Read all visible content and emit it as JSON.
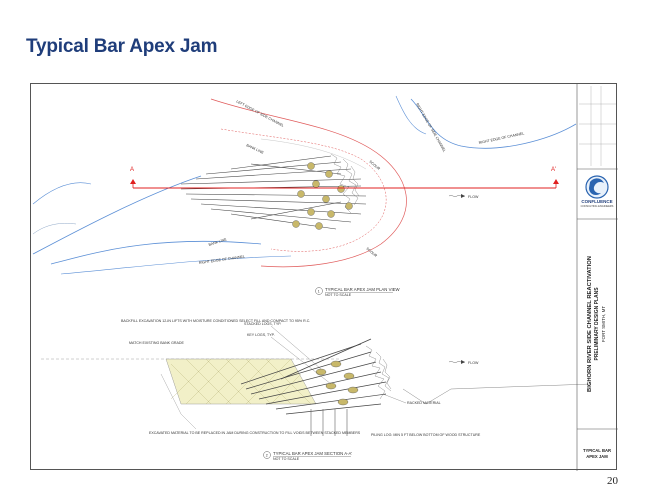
{
  "slide": {
    "title": "Typical Bar Apex Jam",
    "page_number": "20"
  },
  "plan_view": {
    "section_marker_left": "A",
    "section_marker_right": "A'",
    "labels": {
      "left_edge_side_channel": "LEFT EDGE OF SIDE CHANNEL",
      "right_edge_side_channel": "RIGHT EDGE OF SIDE CHANNEL",
      "right_edge_channel": "RIGHT EDGE OF CHANNEL",
      "bank_line_top": "BANK LINE",
      "bank_line_bottom": "BANK LINE",
      "right_edge_channel_lower": "RIGHT EDGE OF CHANNEL",
      "scour_top": "SCOUR",
      "scour_bottom": "SCOUR",
      "flow": "FLOW"
    },
    "caption_number": "1",
    "caption_title": "TYPICAL BAR APEX JAM PLAN VIEW",
    "caption_scale": "NOT TO SCALE"
  },
  "section_view": {
    "notes": {
      "backfill": "BACKFILL EXCAVATION 12-IN LIFTS WITH MOISTURE CONDITIONED SELECT FILL AND COMPACT TO 95% R.C.",
      "match_grade": "MATCH EXISTING BANK GRADE",
      "stacked_logs": "STACKED LOGS, TYP.",
      "key_logs": "KEY LOGS, TYP.",
      "flow": "FLOW",
      "racked_material": "RACKED MATERIAL",
      "excavated": "EXCAVATED MATERIAL TO BE REPLACED IN JAM DURING CONSTRUCTION TO FILL VOIDS BETWEEN STACKED MEMBERS",
      "piling": "PILING LOG: MIN 5 FT BELOW BOTTOM OF WOOD STRUCTURE"
    },
    "caption_number": "2",
    "caption_title": "TYPICAL BAR APEX JAM SECTION A-A'",
    "caption_scale": "NOT TO SCALE"
  },
  "title_block": {
    "company": "CONFLUENCE",
    "company_sub": "CONSULTING ENGINEERS",
    "project_line1": "BIGHORN RIVER SIDE CHANNEL REACTIVATION",
    "project_line2": "PRELIMINARY DESIGN PLANS",
    "project_line3": "FORT SMITH, MT",
    "sheet_title_line1": "TYPICAL BAR",
    "sheet_title_line2": "APEX JAM"
  },
  "colors": {
    "title": "#1f3d7a",
    "bank_line": "#5b8fd6",
    "scour_line": "#e05a5a",
    "section_line": "#e02020"
  }
}
